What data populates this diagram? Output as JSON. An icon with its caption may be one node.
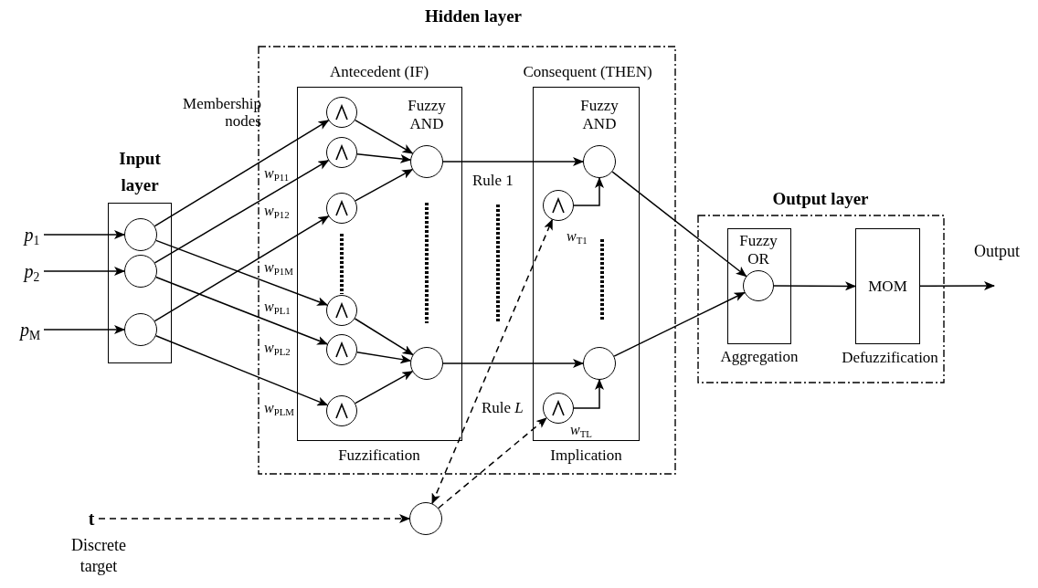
{
  "diagram": {
    "nodes": [
      {
        "text": [
          "Input layer"
        ]
      },
      {
        "text": [],
        "shape": "circle",
        "in": 0
      },
      {
        "text": [],
        "shape": "circle",
        "in": 0
      },
      {
        "text": [],
        "shape": "circle",
        "in": 0
      },
      {
        "text": [
          "Hidden layer"
        ]
      },
      {
        "text": [
          "Antecedent (IF)",
          "Fuzzification"
        ],
        "in": 4
      },
      {
        "text": [],
        "shape": "circle",
        "in": 5
      },
      {
        "text": [],
        "shape": "circle",
        "in": 5
      },
      {
        "text": [],
        "shape": "circle",
        "in": 5
      },
      {
        "text": [],
        "shape": "circle",
        "in": 5
      },
      {
        "text": [],
        "shape": "circle",
        "in": 5
      },
      {
        "text": [],
        "shape": "circle",
        "in": 5
      },
      {
        "text": [],
        "shape": "circle",
        "in": 5,
        "beside": [
          "Fuzzy AND"
        ]
      },
      {
        "text": [],
        "shape": "circle",
        "in": 5
      },
      {
        "text": [
          "Consequent (THEN)",
          "Implication"
        ],
        "in": 4
      },
      {
        "text": [],
        "shape": "circle",
        "in": 14,
        "beside": [
          "Fuzzy AND"
        ]
      },
      {
        "text": [],
        "shape": "circle",
        "in": 14
      },
      {
        "text": [],
        "shape": "circle",
        "in": 14
      },
      {
        "text": [],
        "shape": "circle",
        "in": 14
      },
      {
        "text": [
          "Output layer"
        ]
      },
      {
        "text": [
          "Aggregation"
        ],
        "in": 19
      },
      {
        "text": [],
        "shape": "circle",
        "in": 20,
        "beside": [
          "Fuzzy OR"
        ]
      },
      {
        "text": [
          "MOM"
        ],
        "in": 19,
        "beside": [
          "Defuzzification"
        ]
      },
      {
        "text": [
          "*p*$_{1}$"
        ]
      },
      {
        "text": [
          "*p*$_{2}$"
        ]
      },
      {
        "text": [
          "*p*$_{M}$"
        ]
      },
      {
        "text": [
          "t"
        ],
        "beside": [
          "Discrete target"
        ]
      },
      {
        "text": [],
        "shape": "circle"
      }
    ],
    "edges": [
      {
        "from": 23,
        "to": 1,
        "arrow": "to"
      },
      {
        "from": 24,
        "to": 2,
        "arrow": "to"
      },
      {
        "from": 25,
        "to": 3,
        "arrow": "to"
      },
      {
        "from": 1,
        "to": 6,
        "arrow": "to"
      },
      {
        "from": 1,
        "to": 9,
        "arrow": "to"
      },
      {
        "from": 2,
        "to": 7,
        "arrow": "to"
      },
      {
        "from": 2,
        "to": 10,
        "arrow": "to"
      },
      {
        "from": 3,
        "to": 8,
        "arrow": "to"
      },
      {
        "from": 3,
        "to": 11,
        "arrow": "to"
      },
      {
        "from": 6,
        "to": 12,
        "arrow": "to"
      },
      {
        "from": 7,
        "to": 12,
        "arrow": "to"
      },
      {
        "from": 8,
        "to": 12,
        "arrow": "to"
      },
      {
        "from": 9,
        "to": 13,
        "arrow": "to"
      },
      {
        "from": 10,
        "to": 13,
        "arrow": "to"
      },
      {
        "from": 11,
        "to": 13,
        "arrow": "to"
      },
      {
        "from": 12,
        "to": 15,
        "arrow": "to"
      },
      {
        "from": 13,
        "to": 17,
        "arrow": "to"
      },
      {
        "from": 16,
        "to": 15,
        "arrow": "to"
      },
      {
        "from": 18,
        "to": 17,
        "arrow": "to"
      },
      {
        "from": 15,
        "to": 21,
        "arrow": "to"
      },
      {
        "from": 17,
        "to": 21,
        "arrow": "to"
      },
      {
        "from": 21,
        "to": 22,
        "arrow": "to"
      },
      {
        "from": 22,
        "to": null,
        "arrow": "to",
        "label": "Output"
      },
      {
        "from": 26,
        "to": 27,
        "arrow": "to",
        "style": "dashed"
      },
      {
        "from": 27,
        "to": 16,
        "arrow": "both",
        "style": "dashed"
      },
      {
        "from": 27,
        "to": 18,
        "arrow": "to",
        "style": "dashed"
      }
    ],
    "labels": [
      "Membership nodes",
      "*w*$_{P11}$",
      "*w*$_{P12}$",
      "*w*$_{P1M}$",
      "*w*$_{PL1}$",
      "*w*$_{PL2}$",
      "*w*$_{PLM}$",
      "Rule 1",
      "*w*$_{T1}$",
      "Rule *L*",
      "*w*$_{TL}$"
    ]
  }
}
